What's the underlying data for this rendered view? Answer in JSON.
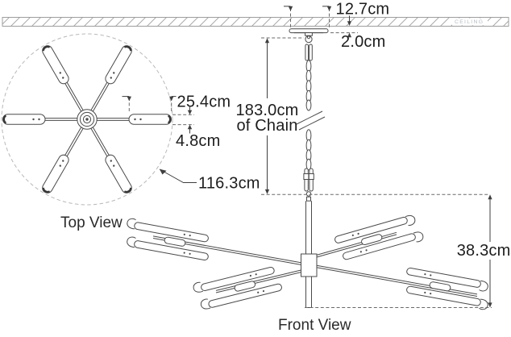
{
  "diagram": {
    "type": "lighting-fixture-dimension-drawing",
    "views": {
      "top_view_title": "Top View",
      "front_view_title": "Front View"
    },
    "ceiling_label": "CEILING",
    "dimensions": {
      "canopy_width": "12.7cm",
      "canopy_drop": "2.0cm",
      "chain_length_line1": "183.0cm",
      "chain_length_line2": "of Chain",
      "shade_length": "25.4cm",
      "shade_width": "4.8cm",
      "fixture_diameter": "116.3cm",
      "fixture_height": "38.3cm"
    },
    "counts": {
      "arms_top_view": 6,
      "shade_groups_front_view": 4
    },
    "colors": {
      "background": "#ffffff",
      "line_art": "#4a4a4a",
      "dimension_text": "#1d1d1d",
      "ceiling_text": "#b6bcc2",
      "dashed_outline": "#b8b8b8"
    }
  }
}
